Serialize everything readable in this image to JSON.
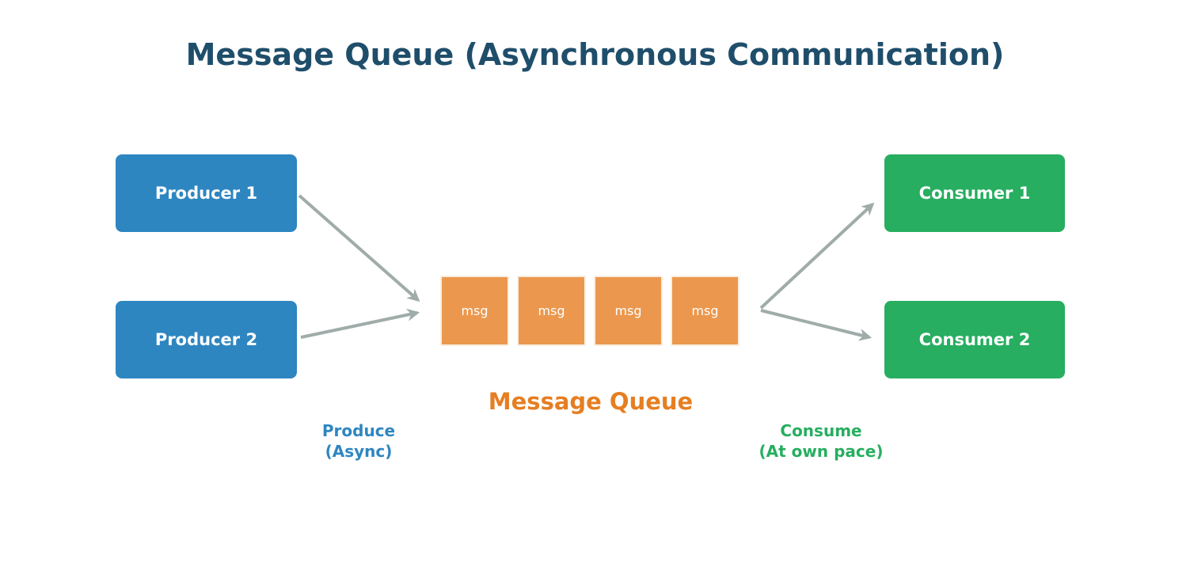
{
  "title": "Message Queue (Asynchronous Communication)",
  "producers": [
    {
      "label": "Producer 1"
    },
    {
      "label": "Producer 2"
    }
  ],
  "queue": {
    "caption": "Message Queue",
    "messages": [
      {
        "label": "msg"
      },
      {
        "label": "msg"
      },
      {
        "label": "msg"
      },
      {
        "label": "msg"
      }
    ]
  },
  "consumers": [
    {
      "label": "Consumer 1"
    },
    {
      "label": "Consumer 2"
    }
  ],
  "annotations": {
    "produce": {
      "line1": "Produce",
      "line2": "(Async)"
    },
    "consume": {
      "line1": "Consume",
      "line2": "(At own pace)"
    }
  },
  "colors": {
    "title": "#1F4E6B",
    "producer_box": "#2E86C1",
    "consumer_box": "#27AE60",
    "message_box": "#EB984E",
    "queue_caption": "#E67E22",
    "produce_label": "#2E86C1",
    "consume_label": "#27AE60",
    "arrow": "#9FACAA",
    "box_text": "#FFFFFF"
  }
}
